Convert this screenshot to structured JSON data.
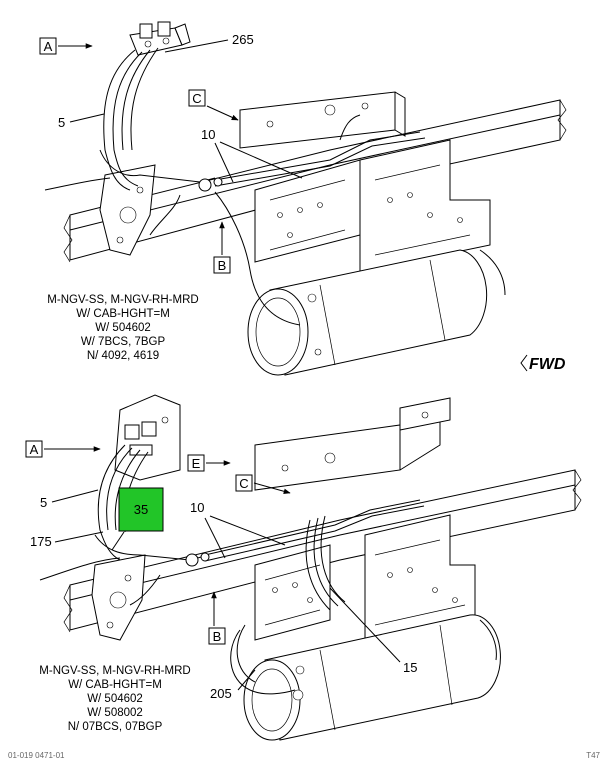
{
  "top_view": {
    "boxes": {
      "A": "A",
      "B": "B",
      "C": "C"
    },
    "callouts": {
      "c265": "265",
      "c5": "5",
      "c10": "10"
    },
    "caption": [
      "M-NGV-SS, M-NGV-RH-MRD",
      "W/ CAB-HGHT=M",
      "W/ 504602",
      "W/ 7BCS, 7BGP",
      "N/ 4092, 4619"
    ]
  },
  "fwd_label": "FWD",
  "bottom_view": {
    "boxes": {
      "A": "A",
      "E": "E",
      "C": "C",
      "B": "B"
    },
    "callouts": {
      "c5": "5",
      "c175": "175",
      "c10": "10",
      "c15": "15",
      "c205": "205"
    },
    "highlight": {
      "label": "35",
      "color": "#22c528"
    },
    "caption": [
      "M-NGV-SS, M-NGV-RH-MRD",
      "W/ CAB-HGHT=M",
      "W/ 504602",
      "W/ 508002",
      "N/ 07BCS, 07BGP"
    ]
  },
  "footer": {
    "left": "01-019 0471-01",
    "right": "T47"
  }
}
